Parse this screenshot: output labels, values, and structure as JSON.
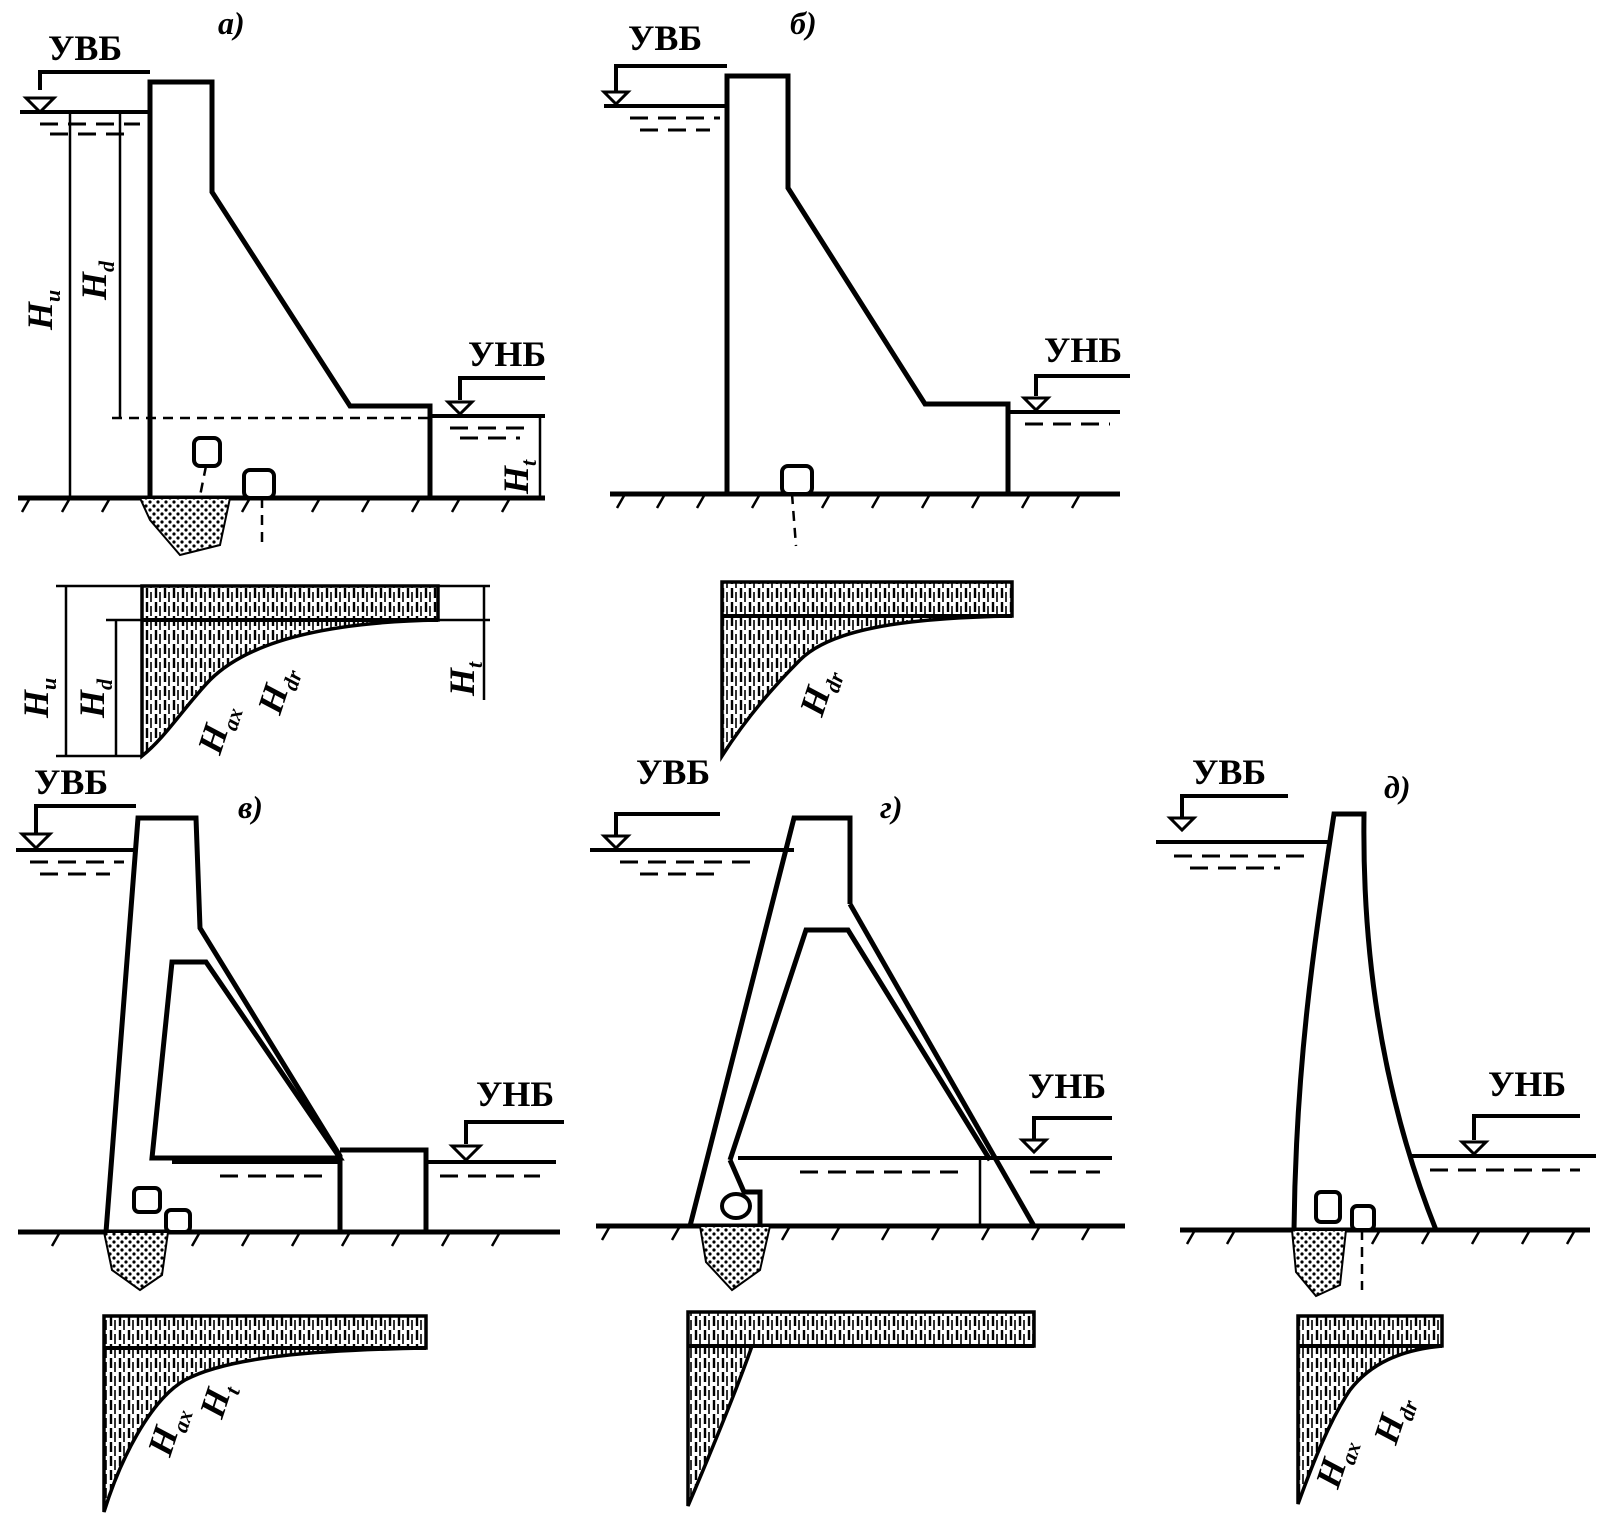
{
  "panels": [
    {
      "id": "a",
      "label": "а)"
    },
    {
      "id": "b",
      "label": "б)"
    },
    {
      "id": "v",
      "label": "в)"
    },
    {
      "id": "g",
      "label": "г)"
    },
    {
      "id": "d",
      "label": "д)"
    }
  ],
  "levels": {
    "upstream": "УВБ",
    "downstream": "УНБ"
  },
  "heights": {
    "Hu": "H",
    "Hu_sub": "u",
    "Hd": "H",
    "Hd_sub": "d",
    "Ht": "H",
    "Ht_sub": "t",
    "Hax": "H",
    "Hax_sub": "ax",
    "Hdr": "H",
    "Hdr_sub": "dr"
  }
}
